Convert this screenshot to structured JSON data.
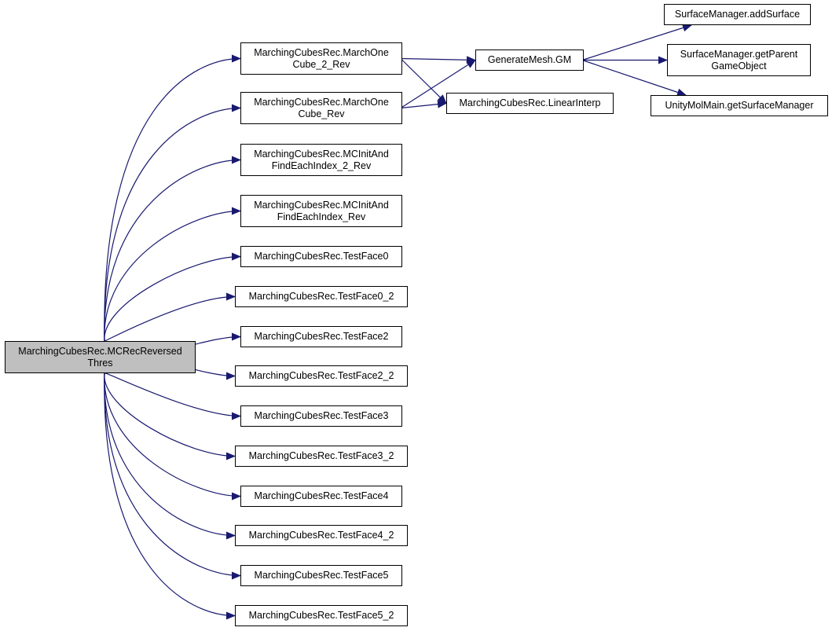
{
  "edge_color": "#191970",
  "root_fill": "#bfbfbf",
  "nodes": {
    "mcrec": {
      "line1": "MarchingCubesRec.MCRecReversed",
      "line2": "Thres"
    },
    "march2": {
      "line1": "MarchingCubesRec.MarchOne",
      "line2": "Cube_2_Rev"
    },
    "march1": {
      "line1": "MarchingCubesRec.MarchOne",
      "line2": "Cube_Rev"
    },
    "mcinit2": {
      "line1": "MarchingCubesRec.MCInitAnd",
      "line2": "FindEachIndex_2_Rev"
    },
    "mcinit1": {
      "line1": "MarchingCubesRec.MCInitAnd",
      "line2": "FindEachIndex_Rev"
    },
    "tf0": {
      "line1": "MarchingCubesRec.TestFace0"
    },
    "tf0_2": {
      "line1": "MarchingCubesRec.TestFace0_2"
    },
    "tf2": {
      "line1": "MarchingCubesRec.TestFace2"
    },
    "tf2_2": {
      "line1": "MarchingCubesRec.TestFace2_2"
    },
    "tf3": {
      "line1": "MarchingCubesRec.TestFace3"
    },
    "tf3_2": {
      "line1": "MarchingCubesRec.TestFace3_2"
    },
    "tf4": {
      "line1": "MarchingCubesRec.TestFace4"
    },
    "tf4_2": {
      "line1": "MarchingCubesRec.TestFace4_2"
    },
    "tf5": {
      "line1": "MarchingCubesRec.TestFace5"
    },
    "tf5_2": {
      "line1": "MarchingCubesRec.TestFace5_2"
    },
    "genmesh": {
      "line1": "GenerateMesh.GM"
    },
    "linterp": {
      "line1": "MarchingCubesRec.LinearInterp"
    },
    "addsurf": {
      "line1": "SurfaceManager.addSurface"
    },
    "getparent": {
      "line1": "SurfaceManager.getParent",
      "line2": "GameObject"
    },
    "getsurfmgr": {
      "line1": "UnityMolMain.getSurfaceManager"
    }
  },
  "edges": [
    [
      "mcrec",
      "march2"
    ],
    [
      "mcrec",
      "march1"
    ],
    [
      "mcrec",
      "mcinit2"
    ],
    [
      "mcrec",
      "mcinit1"
    ],
    [
      "mcrec",
      "tf0"
    ],
    [
      "mcrec",
      "tf0_2"
    ],
    [
      "mcrec",
      "tf2"
    ],
    [
      "mcrec",
      "tf2_2"
    ],
    [
      "mcrec",
      "tf3"
    ],
    [
      "mcrec",
      "tf3_2"
    ],
    [
      "mcrec",
      "tf4"
    ],
    [
      "mcrec",
      "tf4_2"
    ],
    [
      "mcrec",
      "tf5"
    ],
    [
      "mcrec",
      "tf5_2"
    ],
    [
      "march2",
      "genmesh"
    ],
    [
      "march2",
      "linterp"
    ],
    [
      "march1",
      "genmesh"
    ],
    [
      "march1",
      "linterp"
    ],
    [
      "genmesh",
      "addsurf"
    ],
    [
      "genmesh",
      "getparent"
    ],
    [
      "genmesh",
      "getsurfmgr"
    ]
  ]
}
